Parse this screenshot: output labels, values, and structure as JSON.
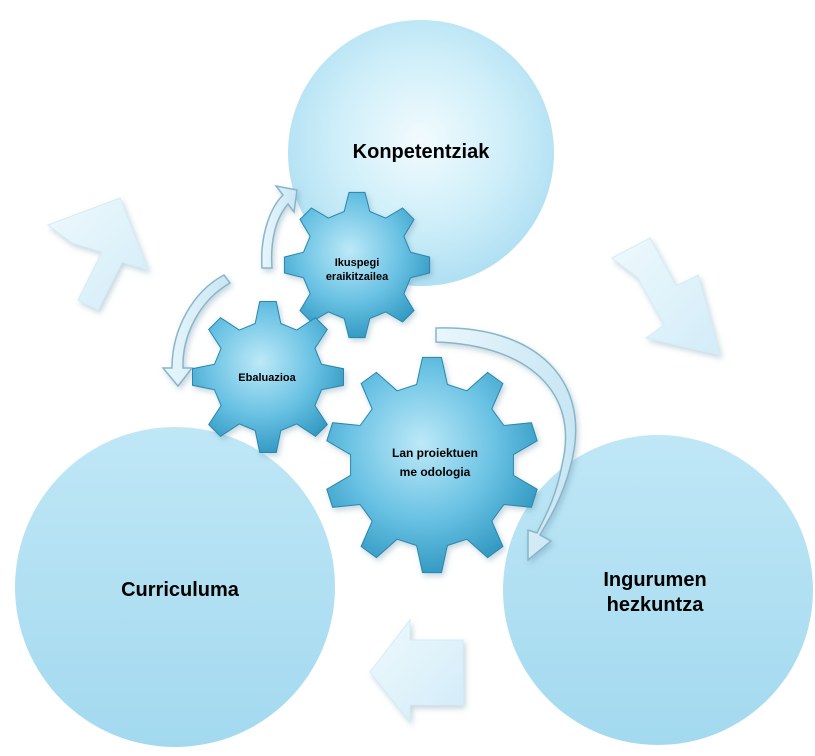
{
  "circles": {
    "top": "Konpetentziak",
    "left": "Curriculuma",
    "right_line1": "Ingurumen",
    "right_line2": "hezkuntza"
  },
  "gears": {
    "top_line1": "Ikuspegi",
    "top_line2": "eraikitzailea",
    "left": "Ebaluazioa",
    "big_line1": "Lan proiektuen",
    "big_line2": "me odologia"
  },
  "colors": {
    "circle_light": "#eaf8fd",
    "circle_dark": "#a9dcf1",
    "gear_light": "#9fdaf0",
    "gear_dark": "#2e9ec8",
    "arrow_fill": "#e3f3fb"
  }
}
